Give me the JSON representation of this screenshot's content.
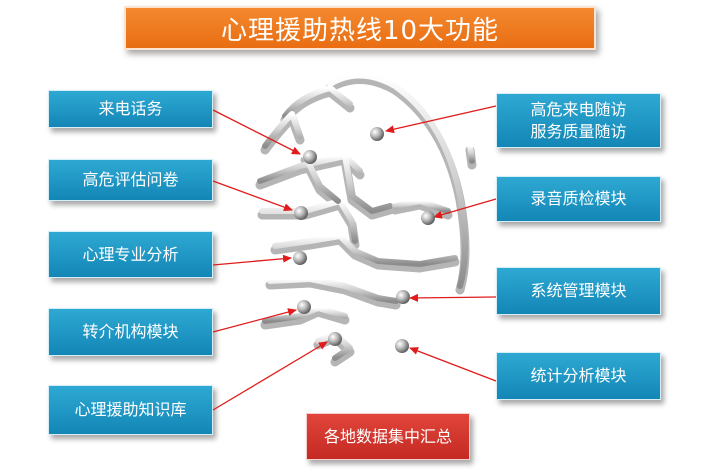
{
  "title": "心理援助热线10大功能",
  "left_modules": [
    "来电话务",
    "高危评估问卷",
    "心理专业分析",
    "转介机构模块",
    "心理援助知识库"
  ],
  "right_modules": [
    [
      "高危来电随访",
      "服务质量随访"
    ],
    [
      "录音质检模块"
    ],
    [
      "系统管理模块"
    ],
    [
      "统计分析模块"
    ]
  ],
  "bottom_module": "各地数据集中汇总",
  "colors": {
    "title": "#eb7215",
    "module_box": "#1a93c3",
    "summary_box": "#d33a31",
    "arrow": "#e11b1b"
  }
}
